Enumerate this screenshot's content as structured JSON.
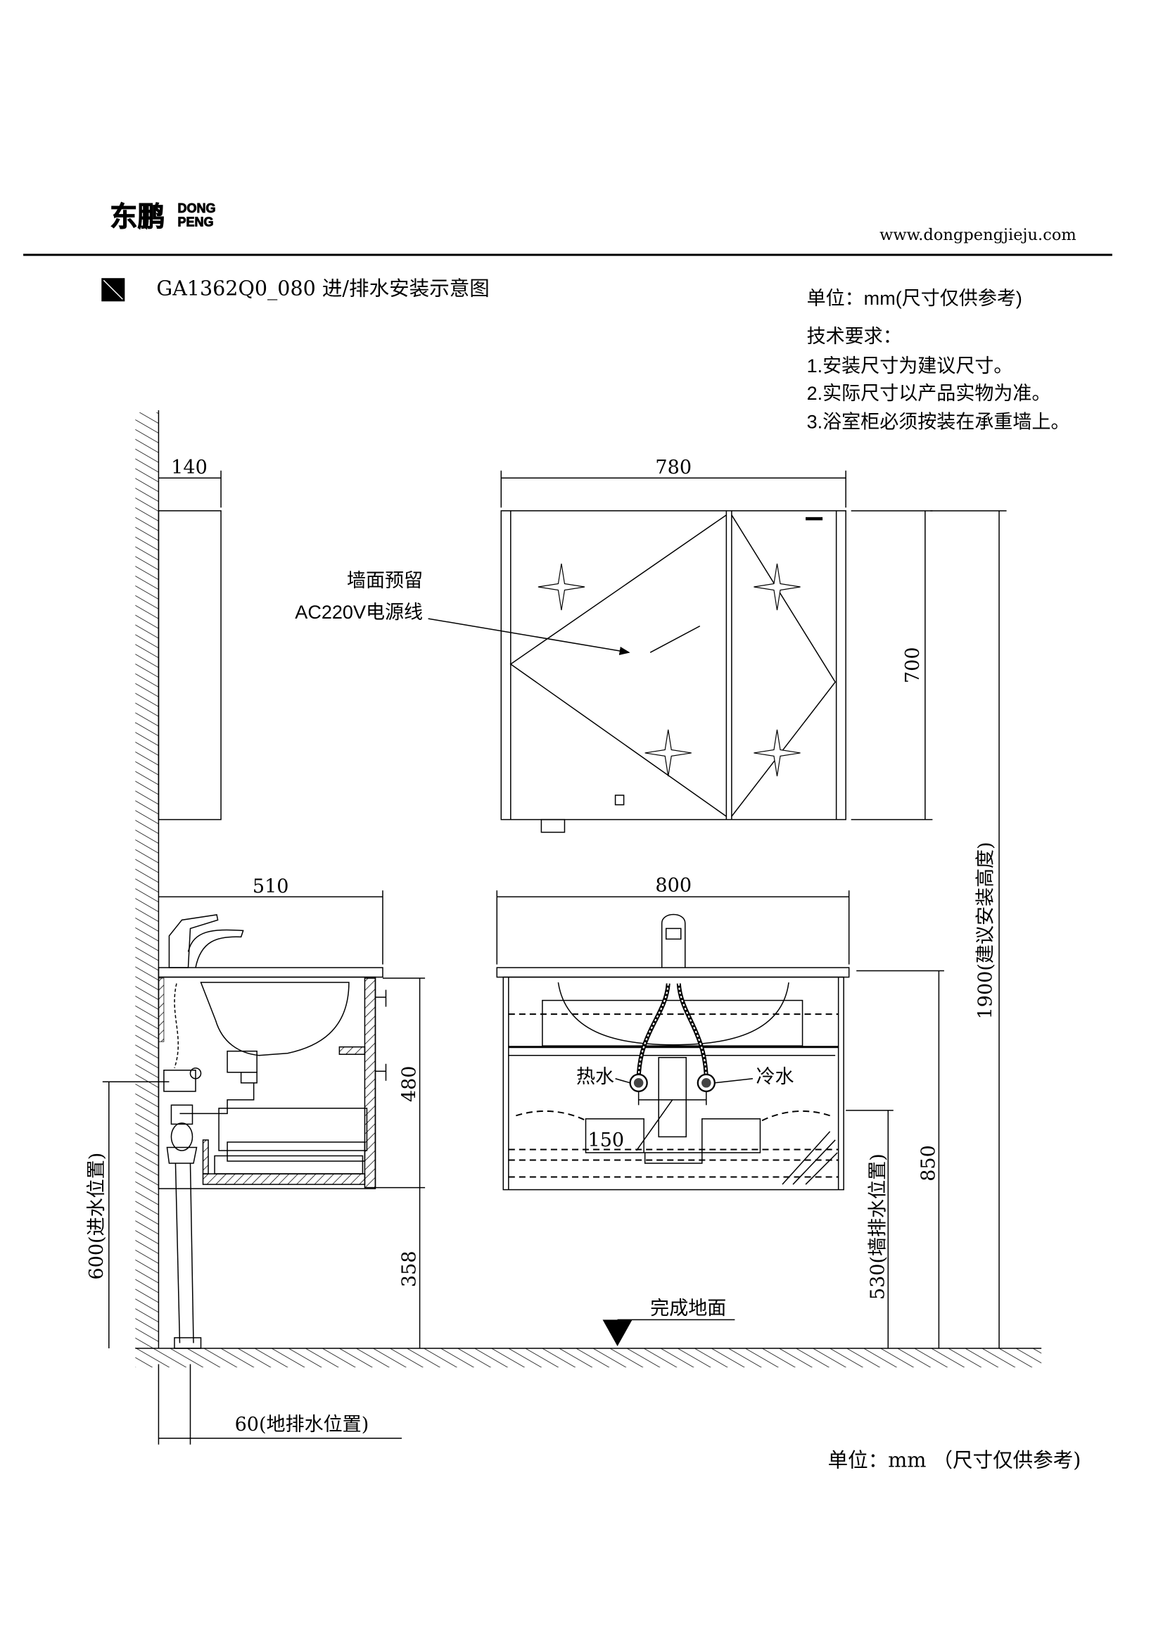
{
  "header": {
    "logo_text": "东鹏 DONG PENG",
    "website": "www.dongpengjieju.com",
    "title": "GA1362Q0_080 进/排水安装示意图"
  },
  "notes": {
    "unit": "单位：mm(尺寸仅供参考)",
    "heading": "技术要求：",
    "items": [
      "1.安装尺寸为建议尺寸。",
      "2.实际尺寸以产品实物为准。",
      "3.浴室柜必须按装在承重墙上。"
    ]
  },
  "callouts": {
    "power_line_1": "墙面预留",
    "power_line_2": "AC220V电源线",
    "hot_water": "热水",
    "cold_water": "冷水",
    "finished_floor": "完成地面"
  },
  "dimensions": {
    "mirror_depth": "140",
    "mirror_width": "780",
    "mirror_height": "700",
    "install_height": "1900(建议安装高度)",
    "vanity_depth": "510",
    "vanity_width": "800",
    "vanity_height": "480",
    "vanity_floor_gap": "358",
    "vanity_top_height": "850",
    "wall_drain": "530(墙排水位置)",
    "water_inlet": "600(进水位置)",
    "floor_drain": "60(地排水位置)",
    "inlet_spacing": "150"
  },
  "footer": {
    "unit": "单位：mm （尺寸仅供参考)"
  }
}
